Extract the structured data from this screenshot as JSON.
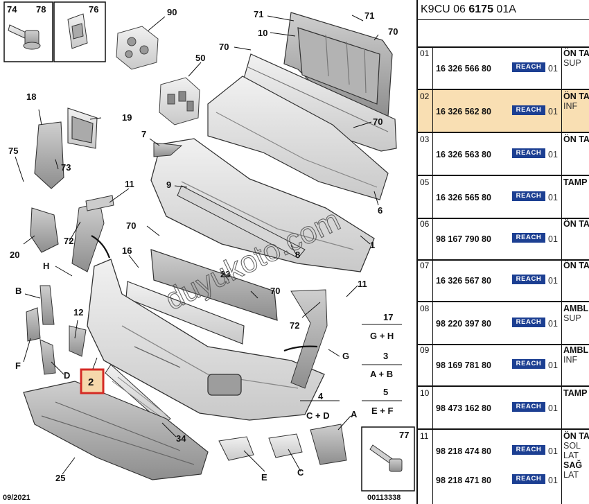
{
  "header": {
    "code_prefix": "K9CU 06 ",
    "code_bold": "6175",
    "code_suffix": " 01A"
  },
  "diagram": {
    "date": "09/2021",
    "ref": "00113338",
    "watermark": "duyukoto.com",
    "labels": {
      "l74": "74",
      "l78": "78",
      "l76": "76",
      "l90": "90",
      "l71a": "71",
      "l71b": "71",
      "l10": "10",
      "l70a": "70",
      "l70b": "70",
      "l50": "50",
      "l70c": "70",
      "l18": "18",
      "l19": "19",
      "l75": "75",
      "l73": "73",
      "l7": "7",
      "l9": "9",
      "l6": "6",
      "l11a": "11",
      "l20": "20",
      "l72a": "72",
      "l70d": "70",
      "l1": "1",
      "l8": "8",
      "lH": "H",
      "l16": "16",
      "l23": "23",
      "l70e": "70",
      "l11b": "11",
      "lB": "B",
      "l72b": "72",
      "l12": "12",
      "l17": "17",
      "lGH": "G + H",
      "lG": "G",
      "lF": "F",
      "lD": "D",
      "l2": "2",
      "l3": "3",
      "lAB": "A + B",
      "l4": "4",
      "lCD": "C + D",
      "l5": "5",
      "lEF": "E + F",
      "lA": "A",
      "l34": "34",
      "l25": "25",
      "lE": "E",
      "lC": "C",
      "l77": "77"
    }
  },
  "rows": [
    {
      "idx": "01",
      "ref": "16 326 566 80",
      "badge": "REACH",
      "qty": "01",
      "d1": "ÖN TA",
      "d2": "SUP",
      "hl": false
    },
    {
      "idx": "02",
      "ref": "16 326 562 80",
      "badge": "REACH",
      "qty": "01",
      "d1": "ÖN TA",
      "d2": "INF",
      "hl": true
    },
    {
      "idx": "03",
      "ref": "16 326 563 80",
      "badge": "REACH",
      "qty": "01",
      "d1": "ÖN TA",
      "d2": "",
      "hl": false
    },
    {
      "idx": "05",
      "ref": "16 326 565 80",
      "badge": "REACH",
      "qty": "01",
      "d1": "TAMP",
      "d2": "",
      "hl": false
    },
    {
      "idx": "06",
      "ref": "98 167 790 80",
      "badge": "REACH",
      "qty": "01",
      "d1": "ÖN TA",
      "d2": "",
      "hl": false
    },
    {
      "idx": "07",
      "ref": "16 326 567 80",
      "badge": "REACH",
      "qty": "01",
      "d1": "ÖN TA",
      "d2": "",
      "hl": false
    },
    {
      "idx": "08",
      "ref": "98 220 397 80",
      "badge": "REACH",
      "qty": "01",
      "d1": "AMBL",
      "d2": "SUP",
      "hl": false
    },
    {
      "idx": "09",
      "ref": "98 169 781 80",
      "badge": "REACH",
      "qty": "01",
      "d1": "AMBL",
      "d2": "INF",
      "hl": false
    },
    {
      "idx": "10",
      "ref": "98 473 162 80",
      "badge": "REACH",
      "qty": "01",
      "d1": "TAMP",
      "d2": "",
      "hl": false
    }
  ],
  "row11": {
    "idx": "11",
    "ref_a": "98 218 474 80",
    "ref_b": "98 218 471 80",
    "badge": "REACH",
    "qty": "01",
    "d1": "ÖN TA",
    "d2": "SOL",
    "d3": "LAT",
    "d4": "SAĞ",
    "d5": "LAT"
  }
}
